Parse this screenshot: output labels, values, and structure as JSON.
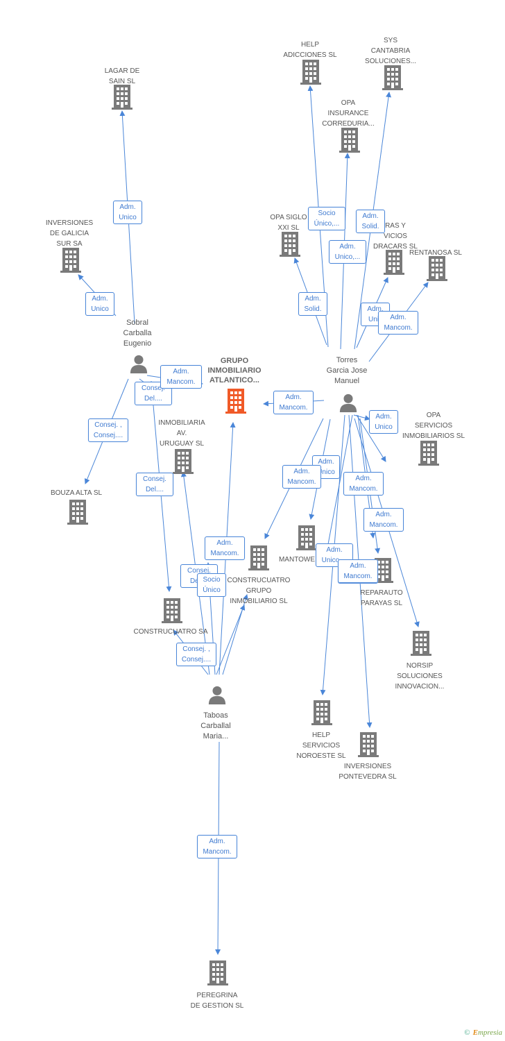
{
  "colors": {
    "edge": "#4a86d8",
    "building": "#7a7a7a",
    "main": "#f05a28",
    "person": "#7a7a7a"
  },
  "nodes": [
    {
      "id": "lagar",
      "label": "LAGAR DE\nSAIN SL",
      "type": "company"
    },
    {
      "id": "helpadic",
      "label": "HELP\nADICCIONES SL",
      "type": "company"
    },
    {
      "id": "sys",
      "label": "SYS\nCANTABRIA\nSOLUCIONES...",
      "type": "company"
    },
    {
      "id": "opains",
      "label": "OPA\nINSURANCE\nCORREDURIA...",
      "type": "company"
    },
    {
      "id": "invgal",
      "label": "INVERSIONES\nDE GALICIA\nSUR SA",
      "type": "company"
    },
    {
      "id": "opaxxi",
      "label": "OPA SIGLO\nXXI SL",
      "type": "company"
    },
    {
      "id": "dracars",
      "label": "RAS Y\nVICIOS\nDRACARS SL",
      "type": "company"
    },
    {
      "id": "rentanosa",
      "label": "RENTANOSA  SL",
      "type": "company"
    },
    {
      "id": "sobral",
      "label": "Sobral\nCarballa\nEugenio",
      "type": "person"
    },
    {
      "id": "grupo",
      "label": "GRUPO\nINMOBILIARIO\nATLANTICO...",
      "type": "main"
    },
    {
      "id": "torres",
      "label": "Torres\nGarcia Jose\nManuel",
      "type": "person"
    },
    {
      "id": "opaserv",
      "label": "OPA\nSERVICIOS\nINMOBILIARIOS SL",
      "type": "company"
    },
    {
      "id": "uruguay",
      "label": "INMOBILIARIA\nAV.\nURUGUAY SL",
      "type": "company"
    },
    {
      "id": "bouza",
      "label": "BOUZA ALTA SL",
      "type": "company"
    },
    {
      "id": "mantowe",
      "label": "MANTOWE",
      "type": "company"
    },
    {
      "id": "c4grupo",
      "label": "CONSTRUCUATRO\nGRUPO\nINMOBILIARIO SL",
      "type": "company"
    },
    {
      "id": "reparauto",
      "label": "REPARAUTO\nPARAYAS  SL",
      "type": "company"
    },
    {
      "id": "c4sa",
      "label": "CONSTRUCUATRO SA",
      "type": "company"
    },
    {
      "id": "norsip",
      "label": "NORSIP\nSOLUCIONES\nINNOVACION...",
      "type": "company"
    },
    {
      "id": "taboas",
      "label": "Taboas\nCarballal\nMaria...",
      "type": "person"
    },
    {
      "id": "helpnor",
      "label": "HELP\nSERVICIOS\nNOROESTE  SL",
      "type": "company"
    },
    {
      "id": "invpon",
      "label": "INVERSIONES\nPONTEVEDRA SL",
      "type": "company"
    },
    {
      "id": "peregrina",
      "label": "PEREGRINA\nDE GESTION SL",
      "type": "company"
    }
  ],
  "edges": [
    {
      "label": "Adm.\nUnico"
    },
    {
      "label": "Adm.\nUnico"
    },
    {
      "label": "Consej. ,\nConsej...."
    },
    {
      "label": "Consej.\nDel...."
    },
    {
      "label": "Adm.\nMancom."
    },
    {
      "label": "Consej.\nDel...."
    },
    {
      "label": "Socio\nÚnico,..."
    },
    {
      "label": "Adm.\nSolid."
    },
    {
      "label": "Adm.\nUnico,..."
    },
    {
      "label": "Adm.\nSolid."
    },
    {
      "label": "Adm.\nUnic"
    },
    {
      "label": "Adm.\nMancom."
    },
    {
      "label": "Adm.\nMancom."
    },
    {
      "label": "Adm.\nUnico"
    },
    {
      "label": "Adm.\nUnico"
    },
    {
      "label": "Adm.\nMancom."
    },
    {
      "label": "Adm.\nMancom."
    },
    {
      "label": "Adm.\nMancom."
    },
    {
      "label": "Adm.\nUnico,..."
    },
    {
      "label": "Adm.\nMancom."
    },
    {
      "label": "Adm.\nMancom."
    },
    {
      "label": "Consej.\nDel...."
    },
    {
      "label": "Socio\nÚnico"
    },
    {
      "label": "Adm.\nMancom."
    },
    {
      "label": "Consej. ,\nConsej...."
    },
    {
      "label": "Adm.\nMancom."
    }
  ],
  "footer": {
    "copyright": "©",
    "brand_initial": "E",
    "brand_rest": "mpresia"
  }
}
